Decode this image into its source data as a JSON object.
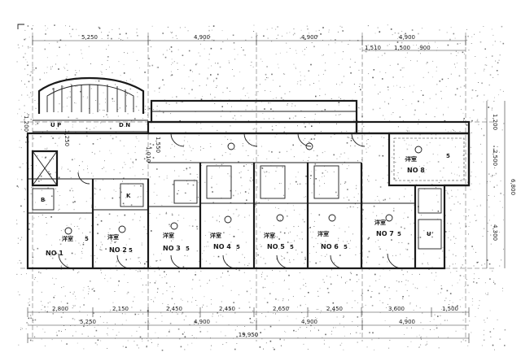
{
  "plan": {
    "dims_top": [
      "5,250",
      "4,900",
      "4,900",
      "4,900"
    ],
    "dims_top_sub": [
      "1,510",
      "1,500",
      "900"
    ],
    "dims_bottom_units": [
      "2,800",
      "2,150",
      "2,450",
      "2,450",
      "2,650",
      "2,450",
      "3,600",
      "1,500"
    ],
    "dims_bottom_groups": [
      "5,250",
      "4,900",
      "4,900",
      "4,900"
    ],
    "dims_total": "19,950",
    "dims_right": [
      "1,200",
      "2,500",
      "6,800",
      "4,300"
    ],
    "dims_left": [
      "1,200",
      "1,250",
      "1,010",
      "1,550"
    ],
    "stair_up": "U P",
    "stair_dn": "D N",
    "bath_label": "B",
    "kitchen_label": "K",
    "utility_label": "U",
    "units": [
      {
        "id": "NO 1",
        "room": "洋室",
        "size": "5"
      },
      {
        "id": "NO 2",
        "room": "洋室",
        "size": "5"
      },
      {
        "id": "NO 3",
        "room": "洋室",
        "size": "5"
      },
      {
        "id": "NO 4",
        "room": "洋室",
        "size": "5"
      },
      {
        "id": "NO 5",
        "room": "洋室",
        "size": "5"
      },
      {
        "id": "NO 6",
        "room": "洋室",
        "size": "5"
      },
      {
        "id": "NO 7",
        "room": "洋室",
        "size": "5"
      },
      {
        "id": "NO 8",
        "room": "洋室",
        "size": "5"
      }
    ]
  }
}
